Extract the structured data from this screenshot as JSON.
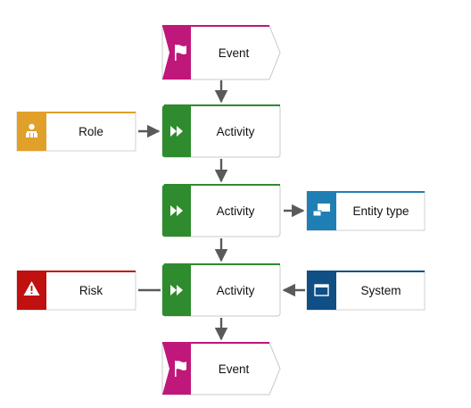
{
  "colors": {
    "event": "#c0177a",
    "activity": "#2e8b2e",
    "role": "#e0a02a",
    "entity": "#1f7fb4",
    "risk": "#c01010",
    "system": "#0f4f86",
    "connector": "#5a5a5a"
  },
  "nodes": {
    "event_start": {
      "label": "Event",
      "icon": "flag-icon"
    },
    "activity_1": {
      "label": "Activity",
      "icon": "fast-forward-icon"
    },
    "role": {
      "label": "Role",
      "icon": "org-chart-icon"
    },
    "activity_2": {
      "label": "Activity",
      "icon": "fast-forward-icon"
    },
    "entity_type": {
      "label": "Entity type",
      "icon": "entity-type-icon"
    },
    "activity_3": {
      "label": "Activity",
      "icon": "fast-forward-icon"
    },
    "risk": {
      "label": "Risk",
      "icon": "warning-icon"
    },
    "system": {
      "label": "System",
      "icon": "window-icon"
    },
    "event_end": {
      "label": "Event",
      "icon": "flag-icon"
    }
  }
}
